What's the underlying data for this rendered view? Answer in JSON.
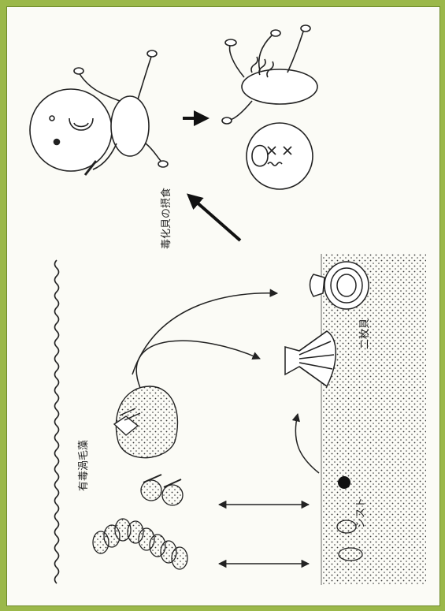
{
  "diagram": {
    "labels": {
      "dinoflagellate": "有毒渦毛藻",
      "cyst": "シスト",
      "bivalve": "二枚貝",
      "human_ingestion": "毒化貝の摂食"
    }
  }
}
